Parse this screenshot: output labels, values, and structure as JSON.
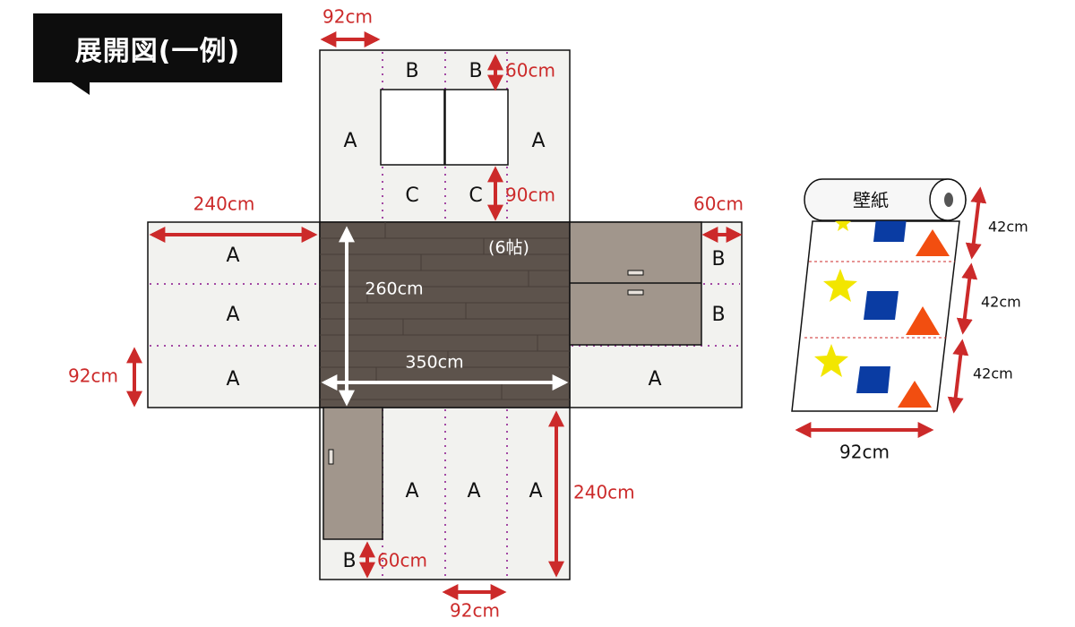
{
  "title": "展開図(一例)",
  "colors": {
    "accent": "#cc2a2a",
    "wall": "#f2f2ef",
    "floor": "#5d534c",
    "cabinet": "#a1968c",
    "dotted_line": "#a349a4",
    "star": "#f2e600",
    "square": "#0a3ca3",
    "triangle": "#f24e10"
  },
  "labels": {
    "A": "A",
    "B": "B",
    "C": "C",
    "floor_size": "(6帖)"
  },
  "dimensions": {
    "top_width": "92cm",
    "b_height": "60cm",
    "c_height": "90cm",
    "left_length": "240cm",
    "right_depth": "60cm",
    "room_depth": "260cm",
    "room_width": "350cm",
    "strip_width": "92cm",
    "bottom_height": "240cm",
    "bottom_b": "60cm",
    "bottom_width": "92cm"
  },
  "wallpaper": {
    "label": "壁紙",
    "strip_1": "42cm",
    "strip_2": "42cm",
    "strip_3": "42cm",
    "width": "92cm"
  }
}
